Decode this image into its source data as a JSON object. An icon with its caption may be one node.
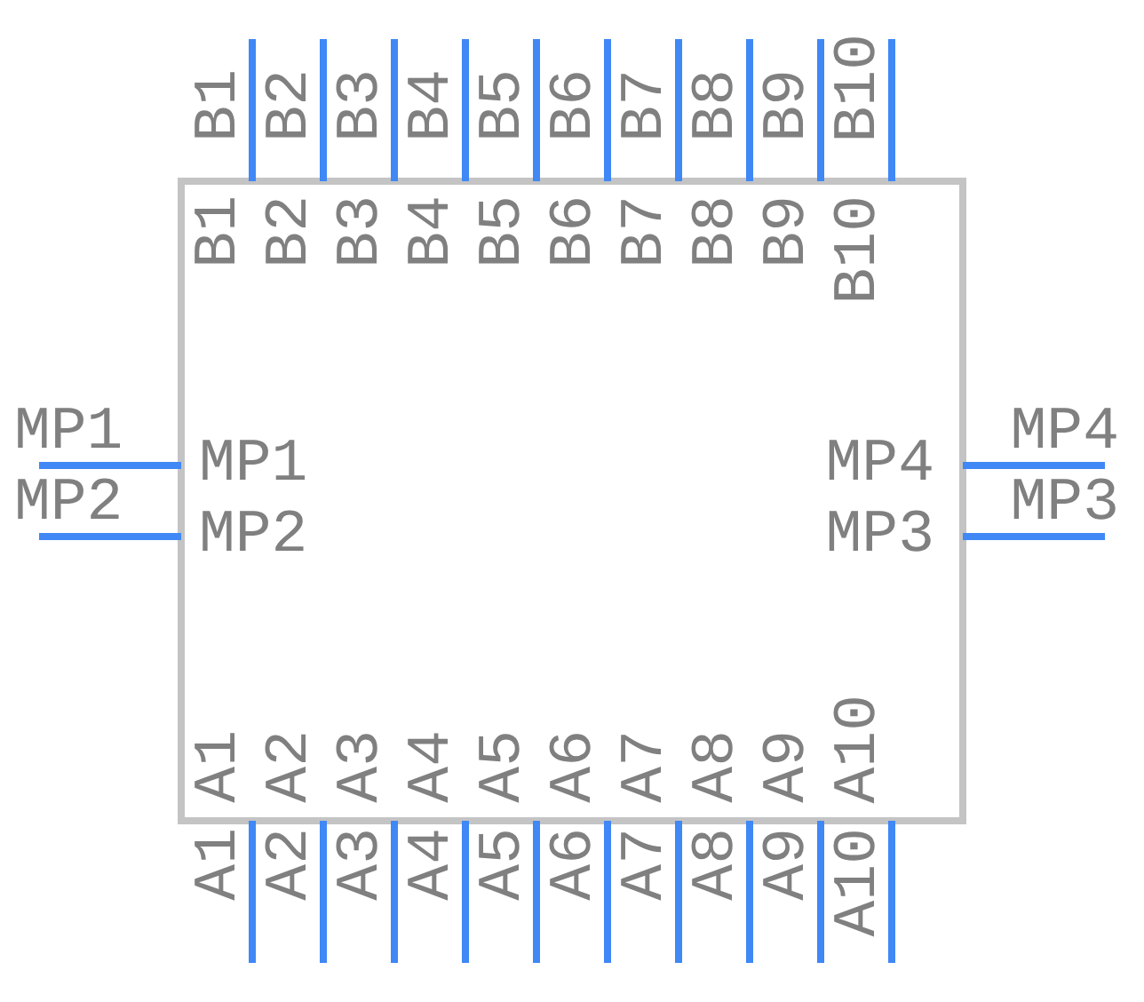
{
  "diagram": {
    "labels": [
      "B1",
      "B2",
      "B3",
      "B4",
      "B5",
      "B6",
      "B7",
      "B8",
      "B9",
      "B10",
      "B1",
      "B2",
      "B3",
      "B4",
      "B5",
      "B6",
      "B7",
      "B8",
      "B9",
      "B10",
      "MP1",
      "MP1",
      "MP4",
      "MP4",
      "MP2",
      "MP2",
      "MP3",
      "MP3",
      "A1",
      "A2",
      "A3",
      "A4",
      "A5",
      "A6",
      "A7",
      "A8",
      "A9",
      "A10",
      "A1",
      "A2",
      "A3",
      "A4",
      "A5",
      "A6",
      "A7",
      "A8",
      "A9",
      "A10"
    ]
  }
}
